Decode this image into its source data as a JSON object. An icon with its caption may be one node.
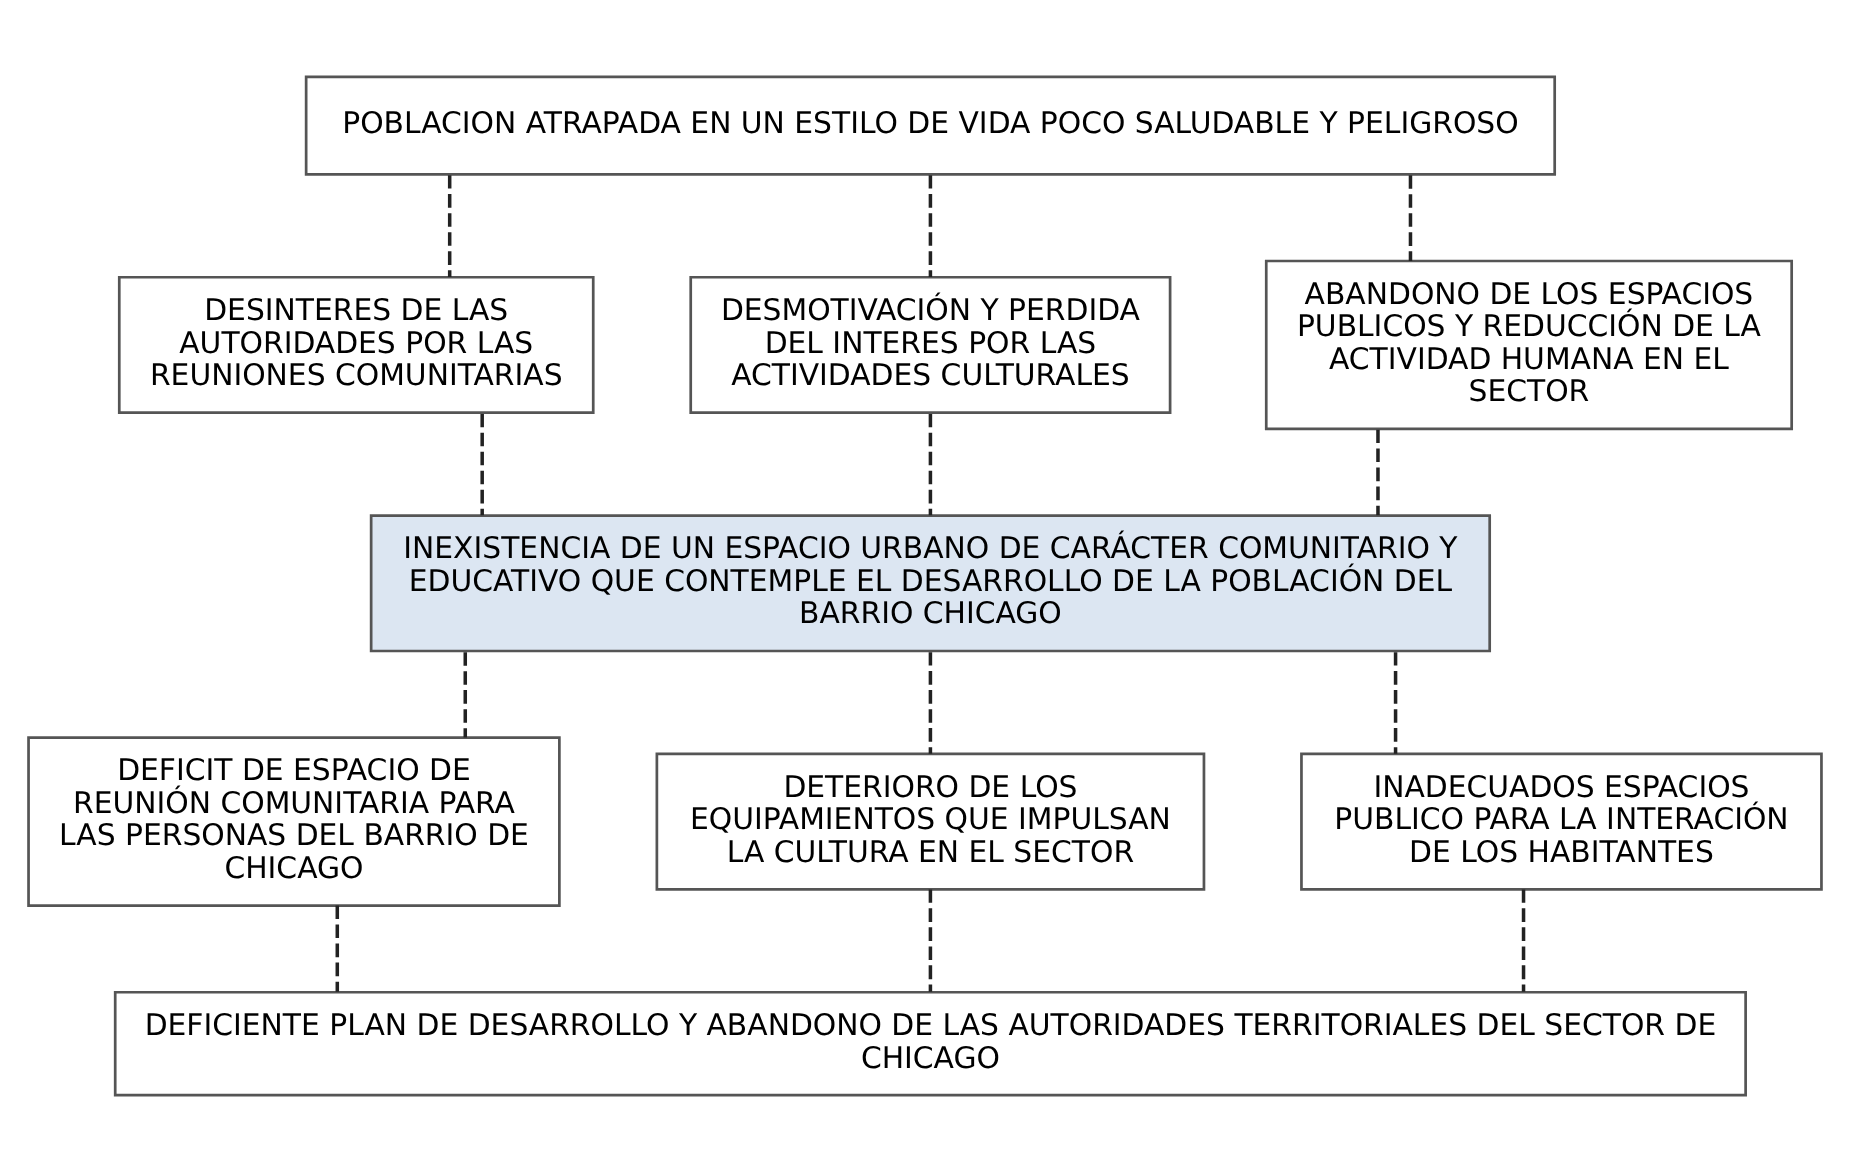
{
  "diagram": {
    "nodes": [
      {
        "text": [
          "POBLACION ATRAPADA EN UN ESTILO DE VIDA POCO SALUDABLE Y PELIGROSO"
        ]
      },
      {
        "text": [
          "DESINTERES DE LAS AUTORIDADES POR LAS REUNIONES COMUNITARIAS"
        ]
      },
      {
        "text": [
          "DESMOTIVACIÓN Y PERDIDA DEL INTERES POR LAS ACTIVIDADES CULTURALES"
        ]
      },
      {
        "text": [
          "ABANDONO DE LOS ESPACIOS PUBLICOS Y REDUCCIÓN DE LA ACTIVIDAD HUMANA EN EL SECTOR"
        ]
      },
      {
        "text": [
          "INEXISTENCIA DE UN ESPACIO URBANO DE CARÁCTER COMUNITARIO Y EDUCATIVO QUE CONTEMPLE EL DESARROLLO DE LA POBLACIÓN DEL BARRIO CHICAGO"
        ]
      },
      {
        "text": [
          "DEFICIT DE ESPACIO DE REUNIÓN COMUNITARIA PARA LAS PERSONAS DEL BARRIO DE CHICAGO"
        ]
      },
      {
        "text": [
          "DETERIORO DE LOS EQUIPAMIENTOS QUE IMPULSAN LA CULTURA EN EL SECTOR"
        ]
      },
      {
        "text": [
          "INADECUADOS ESPACIOS PUBLICO PARA LA INTERACIÓN DE LOS HABITANTES"
        ]
      },
      {
        "text": [
          "DEFICIENTE PLAN DE DESARROLLO Y ABANDONO DE LAS AUTORIDADES TERRITORIALES DEL SECTOR DE CHICAGO"
        ]
      }
    ],
    "edges": [
      {
        "from": 0,
        "to": 1,
        "arrow": "none",
        "style": "dashed"
      },
      {
        "from": 0,
        "to": 2,
        "arrow": "none",
        "style": "dashed"
      },
      {
        "from": 0,
        "to": 3,
        "arrow": "none",
        "style": "dashed"
      },
      {
        "from": 1,
        "to": 4,
        "arrow": "none",
        "style": "dashed"
      },
      {
        "from": 2,
        "to": 4,
        "arrow": "none",
        "style": "dashed"
      },
      {
        "from": 3,
        "to": 4,
        "arrow": "none",
        "style": "dashed"
      },
      {
        "from": 4,
        "to": 5,
        "arrow": "none",
        "style": "dashed"
      },
      {
        "from": 4,
        "to": 6,
        "arrow": "none",
        "style": "dashed"
      },
      {
        "from": 4,
        "to": 7,
        "arrow": "none",
        "style": "dashed"
      },
      {
        "from": 5,
        "to": 8,
        "arrow": "none",
        "style": "dashed"
      },
      {
        "from": 6,
        "to": 8,
        "arrow": "none",
        "style": "dashed"
      },
      {
        "from": 7,
        "to": 8,
        "arrow": "none",
        "style": "dashed"
      }
    ]
  }
}
